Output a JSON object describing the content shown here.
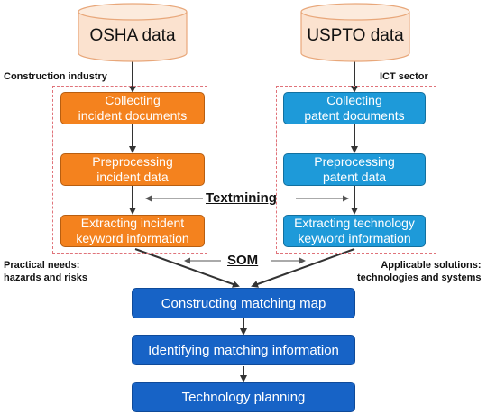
{
  "sources": {
    "left": "OSHA data",
    "right": "USPTO data"
  },
  "captions": {
    "left_top": "Construction industry",
    "right_top": "ICT sector",
    "left_bottom": "Practical needs:\nhazards and risks",
    "right_bottom": "Applicable solutions:\ntechnologies and systems"
  },
  "left_steps": [
    "Collecting\nincident documents",
    "Preprocessing\nincident data",
    "Extracting incident\nkeyword information"
  ],
  "right_steps": [
    "Collecting\npatent documents",
    "Preprocessing\npatent data",
    "Extracting technology\nkeyword information"
  ],
  "labels": {
    "textmining": "Textmining",
    "som": "SOM"
  },
  "final_steps": [
    "Constructing matching map",
    "Identifying matching information",
    "Technology planning"
  ],
  "colors": {
    "orange": "#f4821e",
    "cyan": "#1e9ad9",
    "blue": "#1763c6",
    "dashed": "#e0737a"
  }
}
